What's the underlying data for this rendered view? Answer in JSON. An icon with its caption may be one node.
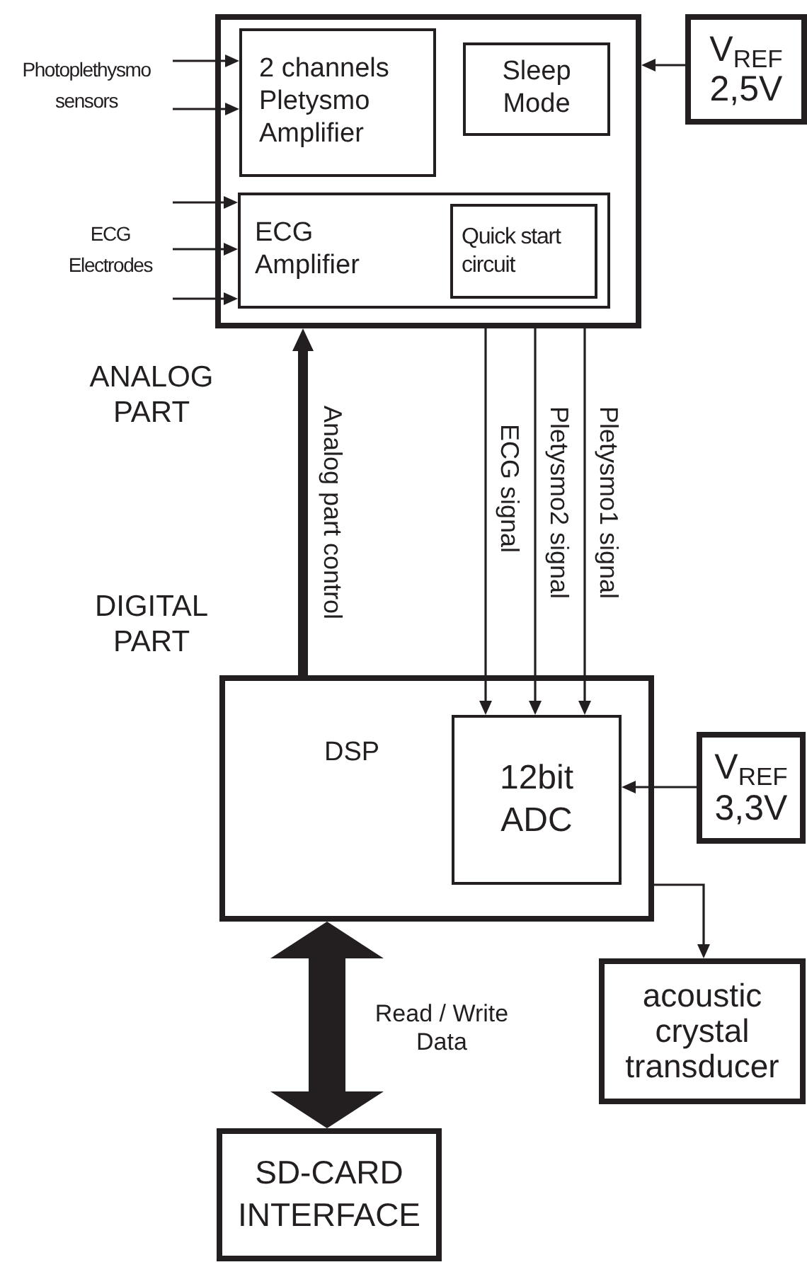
{
  "diagram": {
    "nodes": [
      {
        "text": [],
        "shape": "box"
      },
      {
        "text": [
          "2 channels Pletysmo Amplifier"
        ],
        "in": 0
      },
      {
        "text": [
          "Sleep Mode"
        ],
        "in": 0
      },
      {
        "text": [
          "ECG Amplifier"
        ],
        "in": 0
      },
      {
        "text": [
          "Quick start circuit"
        ],
        "in": 3
      },
      {
        "text": [
          "V$_{REF}$ 2,5V"
        ]
      },
      {
        "text": [
          "Photoplethysmo sensors"
        ]
      },
      {
        "text": [
          "ECG Electrodes"
        ]
      },
      {
        "text": [
          "DSP"
        ]
      },
      {
        "text": [
          "12bit ADC"
        ],
        "in": 8
      },
      {
        "text": [
          "V$_{REF}$ 3,3V"
        ]
      },
      {
        "text": [
          "acoustic crystal transducer"
        ]
      },
      {
        "text": [
          "SD-CARD INTERFACE"
        ]
      }
    ],
    "edges": [
      {
        "from": 6,
        "to": 1,
        "arrow": "to"
      },
      {
        "from": 6,
        "to": 1,
        "arrow": "to"
      },
      {
        "from": 7,
        "to": 3,
        "arrow": "to"
      },
      {
        "from": 7,
        "to": 3,
        "arrow": "to"
      },
      {
        "from": 7,
        "to": 3,
        "arrow": "to"
      },
      {
        "from": 5,
        "to": 0,
        "arrow": "to"
      },
      {
        "from": 8,
        "to": 0,
        "arrow": "to",
        "style": "thick",
        "label": "Analog part control"
      },
      {
        "from": 0,
        "to": 9,
        "arrow": "to",
        "label": "ECG signal"
      },
      {
        "from": 0,
        "to": 9,
        "arrow": "to",
        "label": "Pletysmo2 signal"
      },
      {
        "from": 0,
        "to": 9,
        "arrow": "to",
        "label": "Pletysmo1 signal"
      },
      {
        "from": 10,
        "to": 9,
        "arrow": "to"
      },
      {
        "from": 8,
        "to": 11,
        "arrow": "to"
      },
      {
        "from": 8,
        "to": 12,
        "arrow": "both",
        "style": "thick",
        "label": "Read / Write Data"
      }
    ],
    "labels": [
      "ANALOG PART",
      "DIGITAL PART"
    ]
  }
}
